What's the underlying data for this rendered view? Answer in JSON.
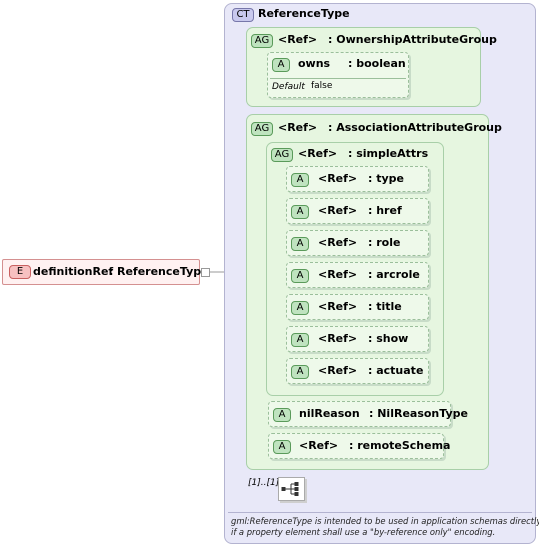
{
  "element": {
    "badge": "E",
    "name": "definitionRef",
    "type_sep": ":",
    "type": "ReferenceType"
  },
  "complex_type": {
    "badge": "CT",
    "name": "ReferenceType"
  },
  "ownership_group": {
    "badge": "AG",
    "ref": "<Ref>",
    "name": ": OwnershipAttributeGroup",
    "attr": {
      "badge": "A",
      "name": "owns",
      "type": ": boolean",
      "default_label": "Default",
      "default_value": "false"
    }
  },
  "association_group": {
    "badge": "AG",
    "ref": "<Ref>",
    "name": ": AssociationAttributeGroup",
    "simple_attrs": {
      "badge": "AG",
      "ref": "<Ref>",
      "name": ": simpleAttrs",
      "items": [
        {
          "badge": "A",
          "ref": "<Ref>",
          "name": ": type"
        },
        {
          "badge": "A",
          "ref": "<Ref>",
          "name": ": href"
        },
        {
          "badge": "A",
          "ref": "<Ref>",
          "name": ": role"
        },
        {
          "badge": "A",
          "ref": "<Ref>",
          "name": ": arcrole"
        },
        {
          "badge": "A",
          "ref": "<Ref>",
          "name": ": title"
        },
        {
          "badge": "A",
          "ref": "<Ref>",
          "name": ": show"
        },
        {
          "badge": "A",
          "ref": "<Ref>",
          "name": ": actuate"
        }
      ]
    },
    "nil_reason": {
      "badge": "A",
      "name": "nilReason",
      "type": ": NilReasonType"
    },
    "remote_schema": {
      "badge": "A",
      "ref": "<Ref>",
      "name": ": remoteSchema"
    }
  },
  "sequence": {
    "multiplicity": "[1]..[1]"
  },
  "annotation": {
    "line1": "gml:ReferenceType is intended to be used in application schemas directly,",
    "line2": "if a property element shall use a \"by-reference only\" encoding."
  }
}
